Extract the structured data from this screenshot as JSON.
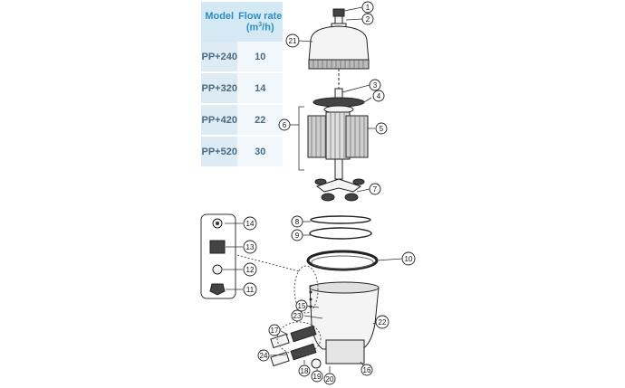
{
  "table": {
    "header": {
      "model": "Model",
      "flow": "Flow rate",
      "unit_pre": "(m",
      "unit_sup": "3",
      "unit_post": "/h)"
    },
    "rows": [
      {
        "model": "PP+240",
        "flow": "10"
      },
      {
        "model": "PP+320",
        "flow": "14"
      },
      {
        "model": "PP+420",
        "flow": "22"
      },
      {
        "model": "PP+520",
        "flow": "30"
      }
    ]
  },
  "callouts": {
    "c1": "1",
    "c2": "2",
    "c3": "3",
    "c4": "4",
    "c5": "5",
    "c6": "6",
    "c7": "7",
    "c8": "8",
    "c9": "9",
    "c10": "10",
    "c11": "11",
    "c12": "12",
    "c13": "13",
    "c14": "14",
    "c15": "15",
    "c16": "16",
    "c17": "17",
    "c18": "18",
    "c19": "19",
    "c20": "20",
    "c21": "21",
    "c22": "22",
    "c23": "23",
    "c24": "24"
  },
  "colors": {
    "table_header_bg": "#d4e9f3",
    "table_header_text": "#2b8fbf",
    "table_cell_bg": "#dcebf4"
  }
}
